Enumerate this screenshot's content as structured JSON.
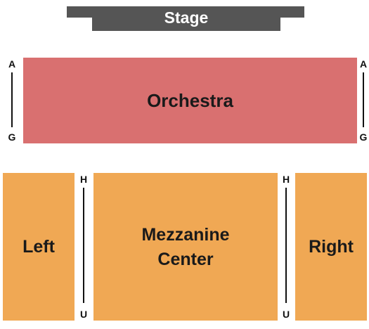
{
  "stage": {
    "label": "Stage"
  },
  "sections": {
    "orchestra": {
      "label": "Orchestra",
      "row_start": "A",
      "row_end": "G",
      "color": "#d97070"
    },
    "left": {
      "label": "Left",
      "color": "#f0a854"
    },
    "center": {
      "label_line1": "Mezzanine",
      "label_line2": "Center",
      "color": "#f0a854"
    },
    "right": {
      "label": "Right",
      "color": "#f0a854"
    },
    "mezzanine_rows": {
      "row_start": "H",
      "row_end": "U"
    }
  },
  "colors": {
    "stage": "#555555",
    "orchestra": "#d97070",
    "mezzanine": "#f0a854"
  }
}
